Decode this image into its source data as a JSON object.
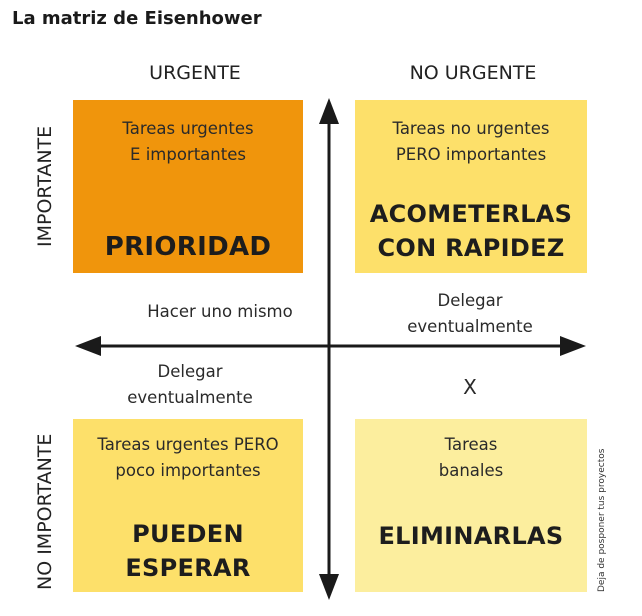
{
  "title": "La matriz de Eisenhower",
  "columns": {
    "urgent": "URGENTE",
    "not_urgent": "NO URGENTE"
  },
  "rows": {
    "important": "IMPORTANTE",
    "not_important": "NO IMPORTANTE"
  },
  "quadrants": {
    "top_left": {
      "desc": [
        "Tareas urgentes",
        "E importantes"
      ],
      "label": [
        "PRIORIDAD"
      ],
      "color": "#F0950C"
    },
    "top_right": {
      "desc": [
        "Tareas no urgentes",
        "PERO importantes"
      ],
      "label": [
        "ACOMETERLAS",
        "CON RAPIDEZ"
      ],
      "color": "#FDE06A"
    },
    "bottom_left": {
      "desc": [
        "Tareas urgentes PERO",
        "poco importantes"
      ],
      "label": [
        "PUEDEN",
        "ESPERAR"
      ],
      "color": "#FDE06A"
    },
    "bottom_right": {
      "desc": [
        "Tareas",
        "banales"
      ],
      "label": [
        "ELIMINARLAS"
      ],
      "color": "#FCEE9E"
    }
  },
  "notes": {
    "hacer": "Hacer uno mismo",
    "delegar_top": [
      "Delegar",
      "eventualmente"
    ],
    "delegar_bottom": [
      "Delegar",
      "eventualmente"
    ],
    "x_mark": "X",
    "side": "Deja de posponer tus proyectos"
  }
}
